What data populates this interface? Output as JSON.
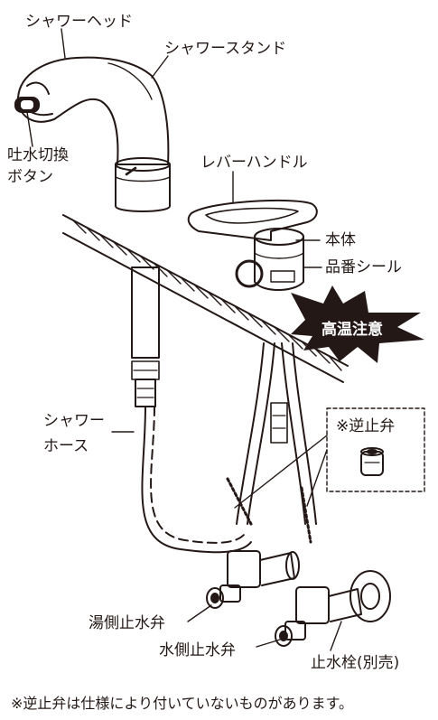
{
  "labels": {
    "shower_head": "シャワーヘッド",
    "shower_stand": "シャワースタンド",
    "switch_button_line1": "吐水切換",
    "switch_button_line2": "ボタン",
    "lever_handle": "レバーハンドル",
    "body": "本体",
    "part_number_seal": "品番シール",
    "high_temp_warning": "高温注意",
    "shower_hose_line1": "シャワー",
    "shower_hose_line2": "ホース",
    "check_valve": "※逆止弁",
    "hot_stop_valve": "湯側止水弁",
    "cold_stop_valve": "水側止水弁",
    "stop_cock": "止水栓(別売)"
  },
  "footnote": "※逆止弁は仕様により付いていないものがあります。",
  "colors": {
    "line": "#231815",
    "warning_fill": "#231815",
    "seal_circle": "#231815"
  }
}
